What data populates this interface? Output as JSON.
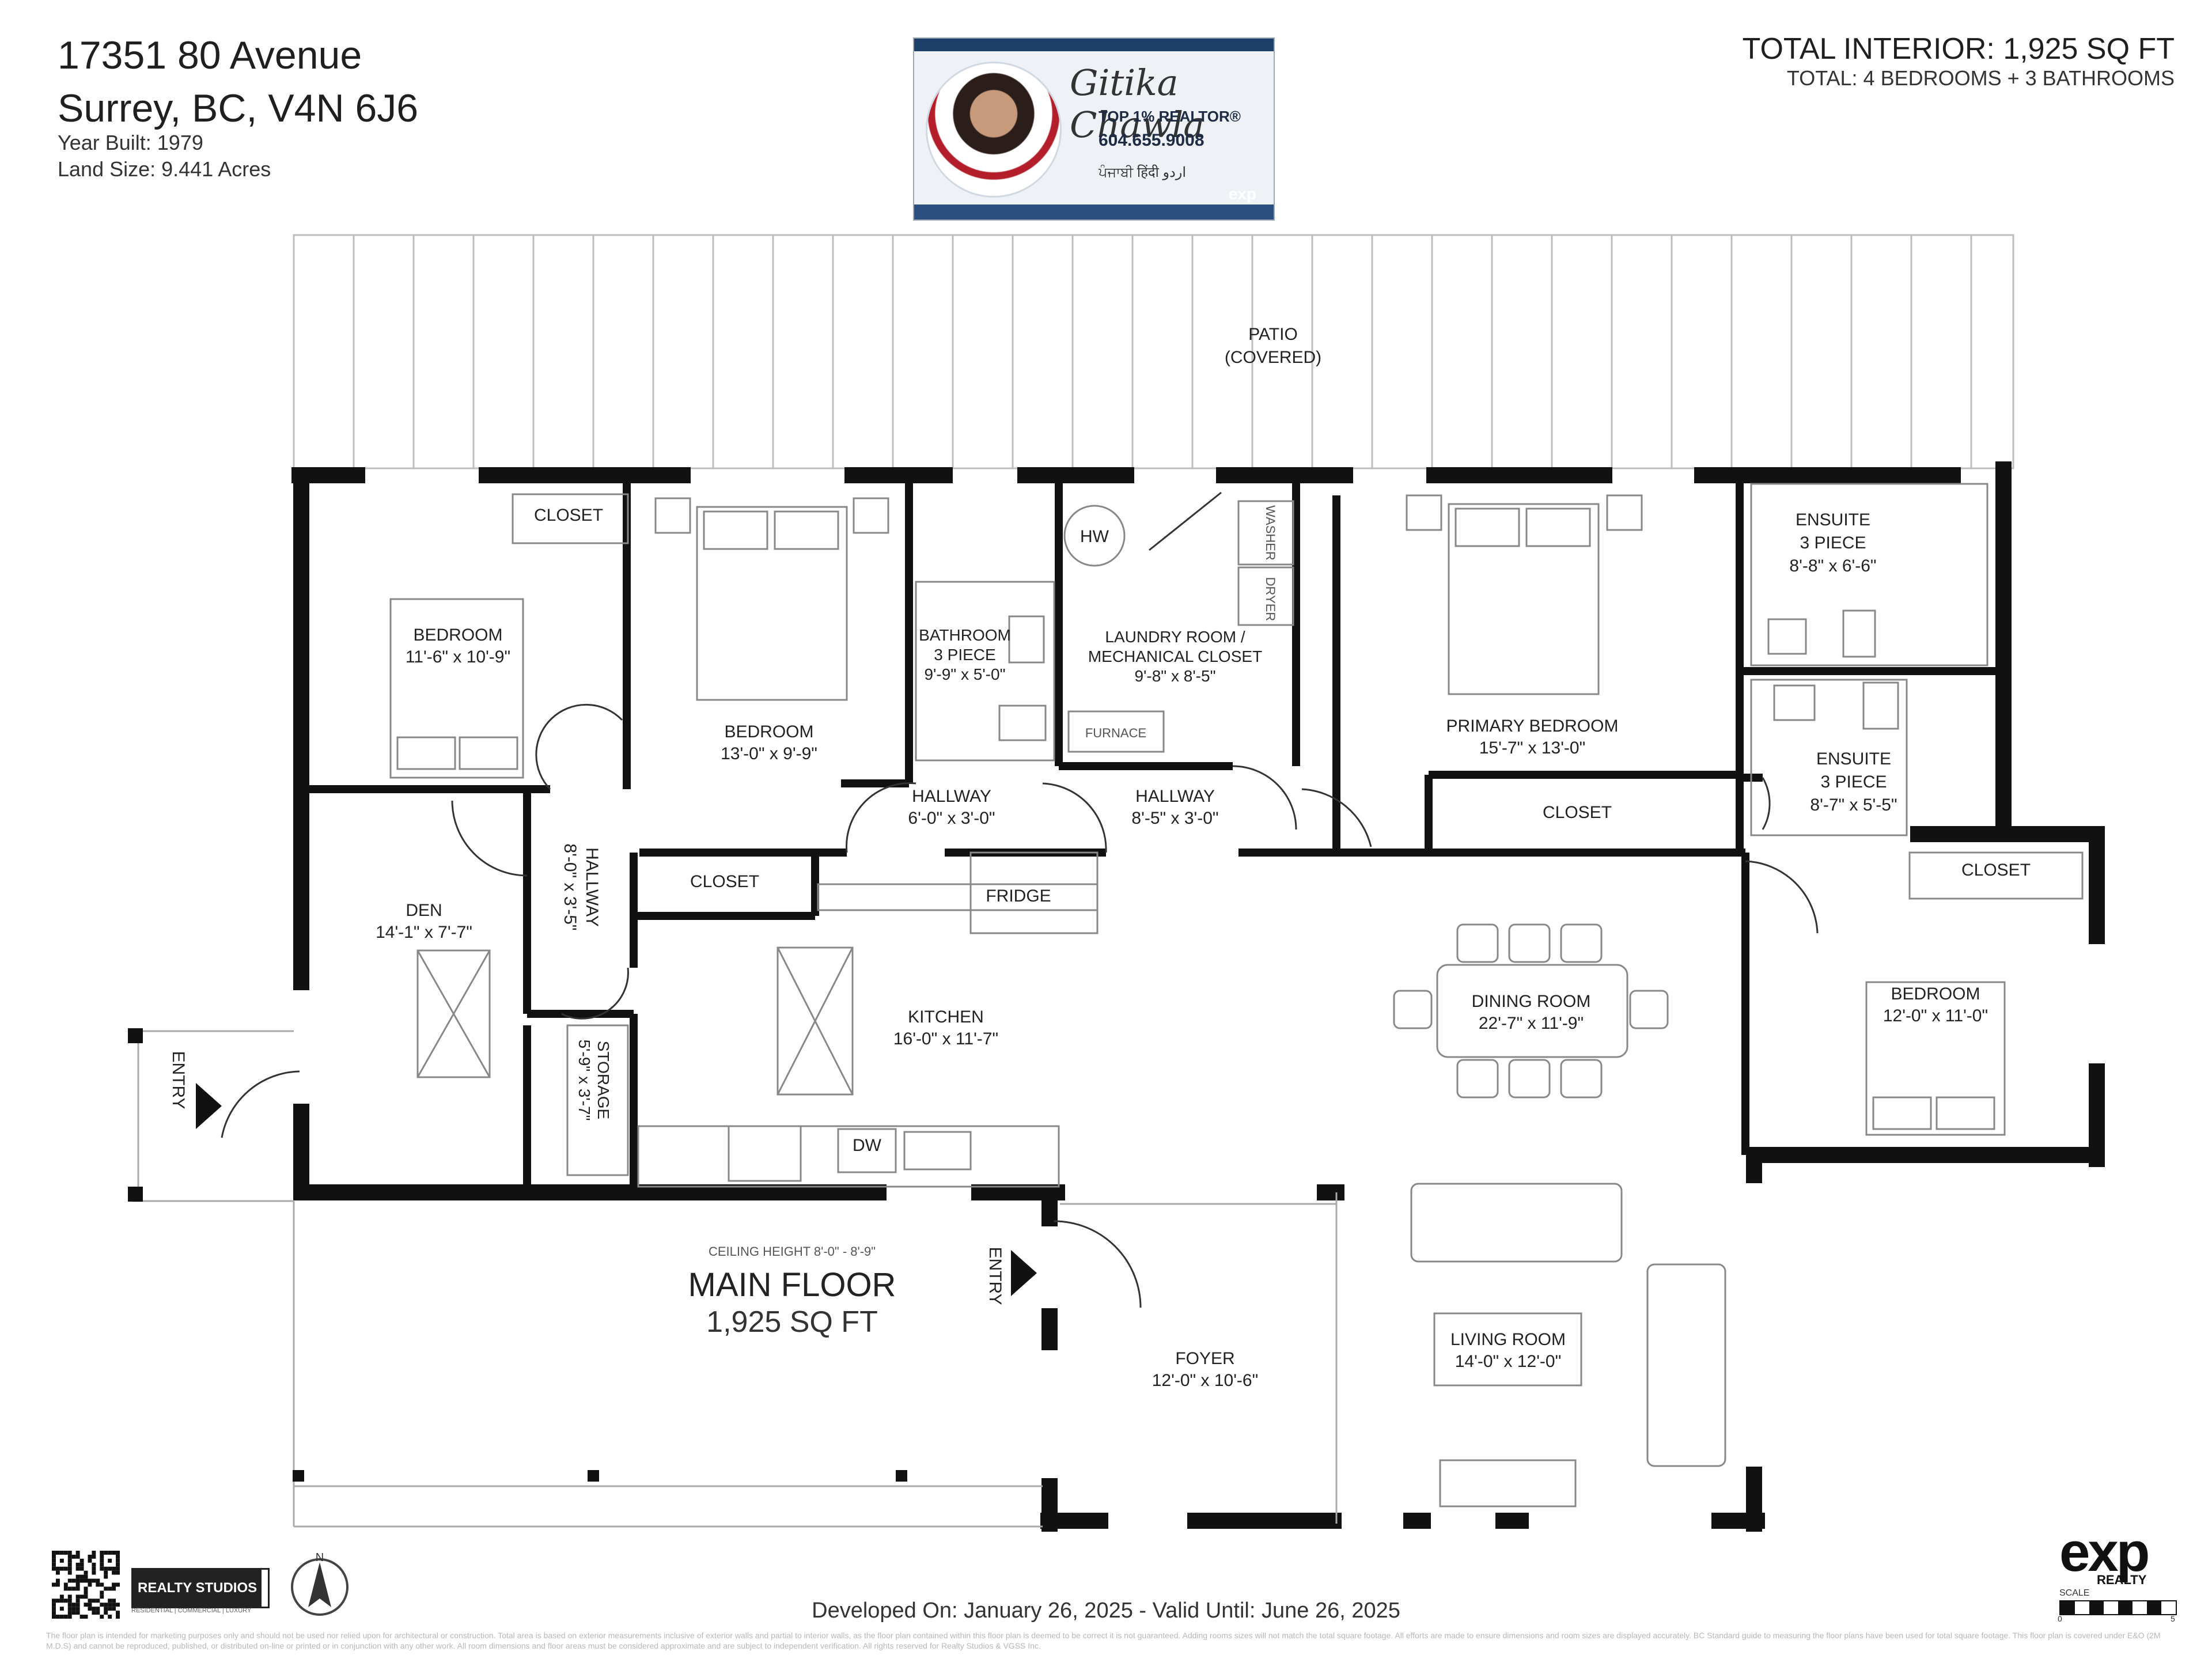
{
  "header": {
    "address_line1": "17351 80 Avenue",
    "address_line2": "Surrey, BC, V4N 6J6",
    "year_built": "Year Built: 1979",
    "land_size": "Land Size: 9.441 Acres",
    "total_interior_label": "TOTAL INTERIOR:",
    "total_interior_value": "1,925 SQ FT",
    "totals_line": "TOTAL: 4 BEDROOMS  + 3 BATHROOMS"
  },
  "realtor_card": {
    "name": "Gitika Chawla",
    "title": "TOP 1% REALTOR®",
    "phone": "604.655.9008",
    "languages": "ਪੰਜਾਬੀ  हिंदी  اردو",
    "brokerage": "exp"
  },
  "rooms": {
    "patio": "PATIO",
    "patio_sub": "(COVERED)",
    "closet_a": "CLOSET",
    "bedroom_a": "BEDROOM",
    "bedroom_a_size": "11'-6\" x 10'-9\"",
    "bedroom_b": "BEDROOM",
    "bedroom_b_size": "13'-0\" x 9'-9\"",
    "bathroom": "BATHROOM",
    "bathroom_type": "3 PIECE",
    "bathroom_size": "9'-9\" x 5'-0\"",
    "hw": "HW",
    "laundry": "LAUNDRY ROOM /",
    "laundry_2": "MECHANICAL CLOSET",
    "laundry_size": "9'-8\" x 8'-5\"",
    "washer": "WASHER",
    "dryer": "DRYER",
    "furnace": "FURNACE",
    "primary_bedroom": "PRIMARY BEDROOM",
    "primary_bedroom_size": "15'-7\" x 13'-0\"",
    "ensuite_1": "ENSUITE",
    "ensuite_1_type": "3 PIECE",
    "ensuite_1_size": "8'-8\" x 6'-6\"",
    "ensuite_2": "ENSUITE",
    "ensuite_2_type": "3 PIECE",
    "ensuite_2_size": "8'-7\" x 5'-5\"",
    "hallway_a": "HALLWAY",
    "hallway_a_size": "6'-0\" x 3'-0\"",
    "hallway_b": "HALLWAY",
    "hallway_b_size": "8'-5\" x 3'-0\"",
    "hallway_c": "HALLWAY",
    "hallway_c_size": "8'-0\" x 3'-5\"",
    "closet_primary": "CLOSET",
    "closet_b": "CLOSET",
    "closet_c": "CLOSET",
    "den": "DEN",
    "den_size": "14'-1\" x 7'-7\"",
    "fridge": "FRIDGE",
    "kitchen": "KITCHEN",
    "kitchen_size": "16'-0\" x 11'-7\"",
    "dining": "DINING ROOM",
    "dining_size": "22'-7\" x 11'-9\"",
    "bedroom_c": "BEDROOM",
    "bedroom_c_size": "12'-0\" x 11'-0\"",
    "entry_west": "ENTRY",
    "storage": "STORAGE",
    "storage_size": "5'-9\" x 3'-7\"",
    "dw": "DW",
    "entry_south": "ENTRY",
    "foyer": "FOYER",
    "foyer_size": "12'-0\" x 10'-6\"",
    "living": "LIVING ROOM",
    "living_size": "14'-0\" x 12'-0\""
  },
  "floor": {
    "ceiling": "CEILING HEIGHT 8'-0\" - 8'-9\"",
    "name": "MAIN FLOOR",
    "area": "1,925 SQ FT"
  },
  "footer": {
    "developed": "Developed On: January 26, 2025 - Valid Until: June 26, 2025",
    "studio": "REALTY STUDIOS",
    "studio_sub": "RESIDENTIAL | COMMERCIAL | LUXURY",
    "compass": "N",
    "exp_logo": "exp",
    "exp_sub": "REALTY",
    "scale": "SCALE",
    "scale_min": "0",
    "scale_max": "5",
    "disclaimer": "The floor plan is intended for marketing purposes only and should not be used nor relied upon for architectural or construction. Total area is based on exterior measurements inclusive of exterior walls and partial to interior walls, as the floor plan contained within this floor plan is deemed to be correct it is not guaranteed. Adding rooms sizes will not match the total square footage. All efforts are made to ensure dimensions and room sizes are displayed accurately. BC Standard guide to measuring the floor plans have been used for total square footage. This floor plan is covered under E&O (2M M.D.S) and cannot be reproduced, published, or distributed on-line or printed or in conjunction with any other work. All room dimensions and floor areas must be considered approximate and are subject to independent verification. All rights reserved for Realty Studios & VGSS Inc."
  },
  "colors": {
    "wall": "#111111",
    "line": "#9a9a9a",
    "text": "#222222"
  }
}
